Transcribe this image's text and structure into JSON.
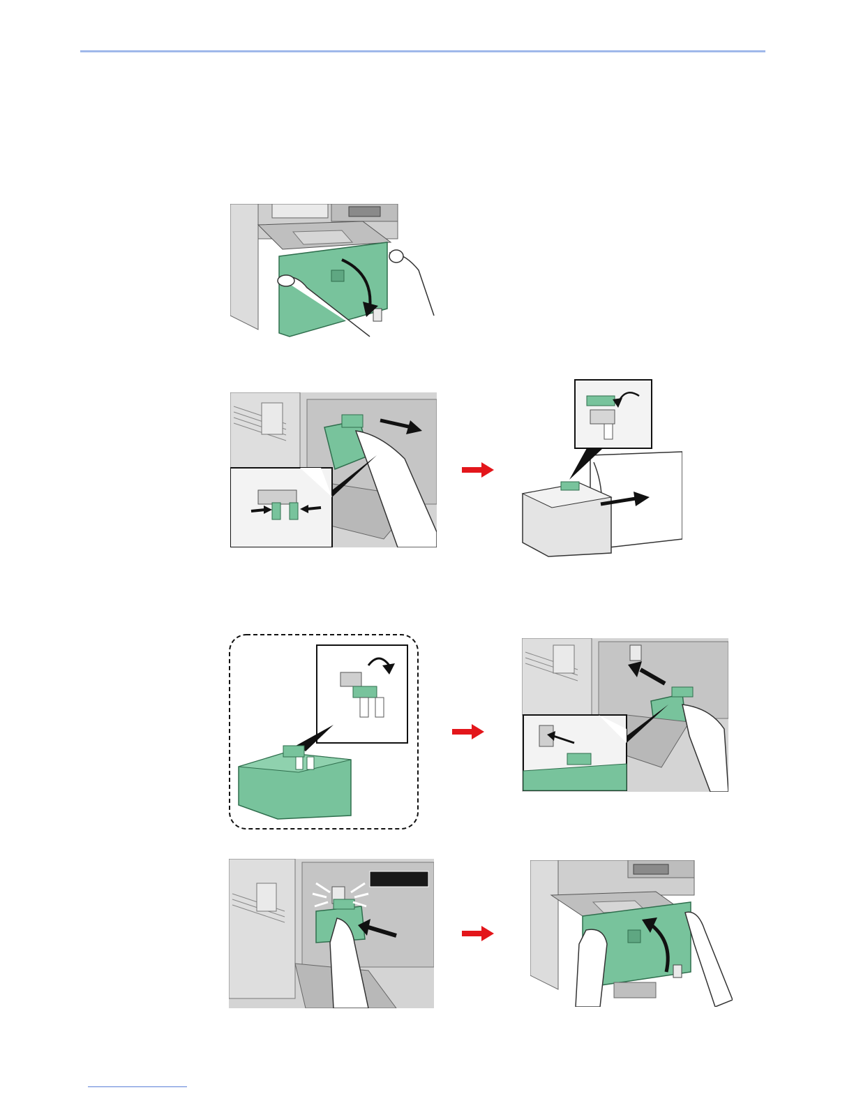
{
  "colors": {
    "header_rule": "#9fb8ea",
    "footer_rule": "#5b7fd6",
    "toner_green": "#78c39c",
    "toner_green_dark": "#3f8f66",
    "machine_gray": "#d4d4d4",
    "machine_gray_dark": "#9a9a9a",
    "step_arrow_red": "#e3161b"
  },
  "icons": {
    "step_arrow": "right-arrow-red-icon",
    "rotate_arrow": "curved-arrow-icon",
    "push_arrow": "black-arrow-icon"
  },
  "steps": [
    {
      "images": [
        "open-front-cover"
      ]
    },
    {
      "images": [
        "pull-out-toner-container",
        "close-cap-of-old-container"
      ]
    },
    {
      "images": [
        "prepare-new-container",
        "insert-new-container"
      ]
    },
    {
      "images": [
        "push-container-until-click",
        "close-front-cover"
      ]
    }
  ]
}
